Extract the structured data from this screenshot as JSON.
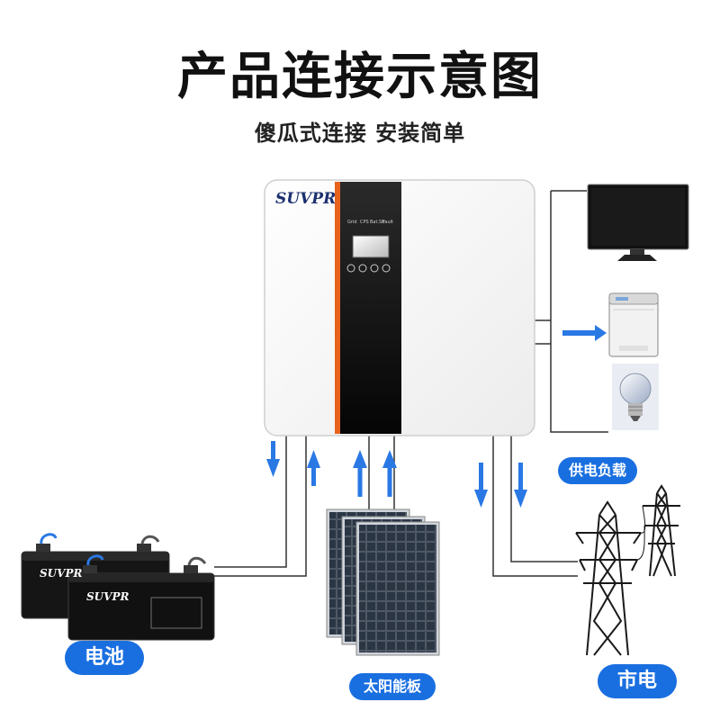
{
  "title": "产品连接示意图",
  "subtitle": "傻瓜式连接 安装简单",
  "inverter": {
    "brand": "SUVPR",
    "panel_labels": [
      "Grid",
      "CPS",
      "Bat.Sh",
      "Fault"
    ]
  },
  "battery": {
    "brand": "SUVPR",
    "label": "电池"
  },
  "solar": {
    "label": "太阳能板"
  },
  "grid": {
    "label": "市电"
  },
  "load": {
    "label": "供电负载"
  },
  "colors": {
    "accent": "#1a6fe0",
    "arrow": "#2a78e4",
    "wire": "#333333",
    "inverter_stripe": "#e8621c"
  }
}
